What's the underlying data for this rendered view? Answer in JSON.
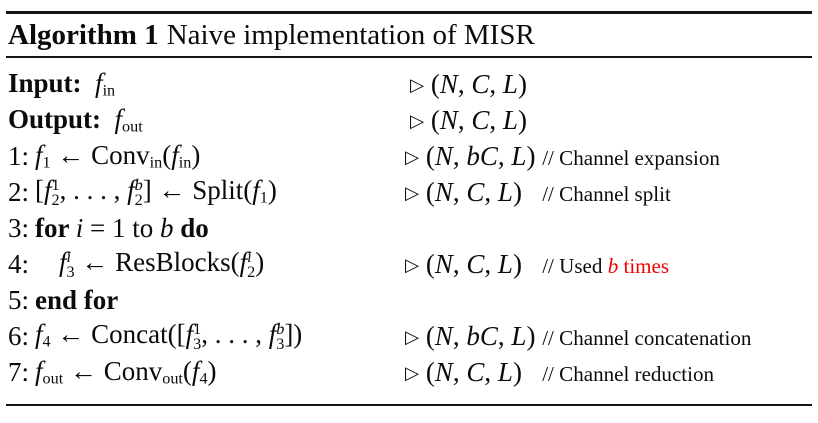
{
  "figure": {
    "kind": "algorithm-pseudocode-box"
  },
  "title": {
    "bold": "Algorithm 1",
    "rest": "Naive implementation of MISR"
  },
  "colors": {
    "text": "#0b0b0b",
    "red": "#f40000",
    "rule": "#151515",
    "background": "#ffffff"
  },
  "rows": [
    {
      "num": "",
      "code": [
        {
          "t": "Input:",
          "c": "bf"
        },
        {
          "t": "  "
        },
        {
          "t": "f",
          "c": "it"
        },
        {
          "t": "in",
          "c": "sb"
        }
      ],
      "comment": [
        {
          "t": "▷",
          "c": "tri"
        },
        {
          "t": " ("
        },
        {
          "t": "N",
          "c": "it"
        },
        {
          "t": ", "
        },
        {
          "t": "C",
          "c": "it"
        },
        {
          "t": ", "
        },
        {
          "t": "L",
          "c": "it"
        },
        {
          "t": ")"
        }
      ]
    },
    {
      "num": "",
      "code": [
        {
          "t": "Output:",
          "c": "bf"
        },
        {
          "t": "  "
        },
        {
          "t": "f",
          "c": "it"
        },
        {
          "t": "out",
          "c": "sb"
        }
      ],
      "comment": [
        {
          "t": "▷",
          "c": "tri"
        },
        {
          "t": " ("
        },
        {
          "t": "N",
          "c": "it"
        },
        {
          "t": ", "
        },
        {
          "t": "C",
          "c": "it"
        },
        {
          "t": ", "
        },
        {
          "t": "L",
          "c": "it"
        },
        {
          "t": ")"
        }
      ]
    },
    {
      "num": "1:",
      "code": [
        {
          "t": "f",
          "c": "it"
        },
        {
          "t": "1",
          "c": "sb"
        },
        {
          "t": " ← Conv"
        },
        {
          "t": "in",
          "c": "sb"
        },
        {
          "t": "("
        },
        {
          "t": "f",
          "c": "it"
        },
        {
          "t": "in",
          "c": "sb"
        },
        {
          "t": ")"
        }
      ],
      "comment": [
        {
          "t": "▷",
          "c": "tri"
        },
        {
          "t": " ("
        },
        {
          "t": "N",
          "c": "it"
        },
        {
          "t": ", "
        },
        {
          "t": "b",
          "c": "it"
        },
        {
          "t": "C",
          "c": "it"
        },
        {
          "t": ", "
        },
        {
          "t": "L",
          "c": "it"
        },
        {
          "t": ") "
        },
        {
          "t": "// Channel expansion",
          "c": "cm"
        }
      ]
    },
    {
      "num": "2:",
      "code": [
        {
          "t": "["
        },
        {
          "t": "f",
          "c": "it"
        },
        {
          "up": "1",
          "dn": "2"
        },
        {
          "t": ", . . . , "
        },
        {
          "t": "f",
          "c": "it"
        },
        {
          "up": "b",
          "upc": "it",
          "dn": "2"
        },
        {
          "t": "] ← Split("
        },
        {
          "t": "f",
          "c": "it"
        },
        {
          "t": "1",
          "c": "sb"
        },
        {
          "t": ")"
        }
      ],
      "comment": [
        {
          "t": "▷",
          "c": "tri"
        },
        {
          "t": " ("
        },
        {
          "t": "N",
          "c": "it"
        },
        {
          "t": ", "
        },
        {
          "t": "C",
          "c": "it"
        },
        {
          "t": ", "
        },
        {
          "t": "L",
          "c": "it"
        },
        {
          "t": ")   "
        },
        {
          "t": "// Channel split",
          "c": "cm"
        }
      ]
    },
    {
      "num": "3:",
      "code": [
        {
          "t": "for ",
          "c": "bf"
        },
        {
          "t": "i",
          "c": "it"
        },
        {
          "t": " = 1 to "
        },
        {
          "t": "b",
          "c": "it"
        },
        {
          "t": " "
        },
        {
          "t": "do",
          "c": "bf"
        }
      ],
      "comment": []
    },
    {
      "num": "4:",
      "code": [
        {
          "t": "f",
          "c": "it"
        },
        {
          "up": "i",
          "upc": "it",
          "dn": "3"
        },
        {
          "t": " ← ResBlocks("
        },
        {
          "t": "f",
          "c": "it"
        },
        {
          "up": "i",
          "upc": "it",
          "dn": "2"
        },
        {
          "t": ")"
        }
      ],
      "comment": [
        {
          "t": "▷",
          "c": "tri"
        },
        {
          "t": " ("
        },
        {
          "t": "N",
          "c": "it"
        },
        {
          "t": ", "
        },
        {
          "t": "C",
          "c": "it"
        },
        {
          "t": ", "
        },
        {
          "t": "L",
          "c": "it"
        },
        {
          "t": ")   "
        },
        {
          "t": "// Used ",
          "c": "cm"
        },
        {
          "t": "b",
          "c": "cm it red"
        },
        {
          "t": " times",
          "c": "cm red"
        }
      ]
    },
    {
      "num": "5:",
      "code": [
        {
          "t": "end for",
          "c": "bf"
        }
      ],
      "comment": []
    },
    {
      "num": "6:",
      "code": [
        {
          "t": "f",
          "c": "it"
        },
        {
          "t": "4",
          "c": "sb"
        },
        {
          "t": " ← Concat(["
        },
        {
          "t": "f",
          "c": "it"
        },
        {
          "up": "1",
          "dn": "3"
        },
        {
          "t": ", . . . , "
        },
        {
          "t": "f",
          "c": "it"
        },
        {
          "up": "b",
          "upc": "it",
          "dn": "3"
        },
        {
          "t": "])"
        }
      ],
      "comment": [
        {
          "t": "▷",
          "c": "tri"
        },
        {
          "t": " ("
        },
        {
          "t": "N",
          "c": "it"
        },
        {
          "t": ", "
        },
        {
          "t": "b",
          "c": "it"
        },
        {
          "t": "C",
          "c": "it"
        },
        {
          "t": ", "
        },
        {
          "t": "L",
          "c": "it"
        },
        {
          "t": ") "
        },
        {
          "t": "// Channel concatenation",
          "c": "cm"
        }
      ]
    },
    {
      "num": "7:",
      "code": [
        {
          "t": "f",
          "c": "it"
        },
        {
          "t": "out",
          "c": "sb"
        },
        {
          "t": " ← Conv"
        },
        {
          "t": "out",
          "c": "sb"
        },
        {
          "t": "("
        },
        {
          "t": "f",
          "c": "it"
        },
        {
          "t": "4",
          "c": "sb"
        },
        {
          "t": ")"
        }
      ],
      "comment": [
        {
          "t": "▷",
          "c": "tri"
        },
        {
          "t": " ("
        },
        {
          "t": "N",
          "c": "it"
        },
        {
          "t": ", "
        },
        {
          "t": "C",
          "c": "it"
        },
        {
          "t": ", "
        },
        {
          "t": "L",
          "c": "it"
        },
        {
          "t": ")   "
        },
        {
          "t": "// Channel reduction",
          "c": "cm"
        }
      ]
    }
  ]
}
